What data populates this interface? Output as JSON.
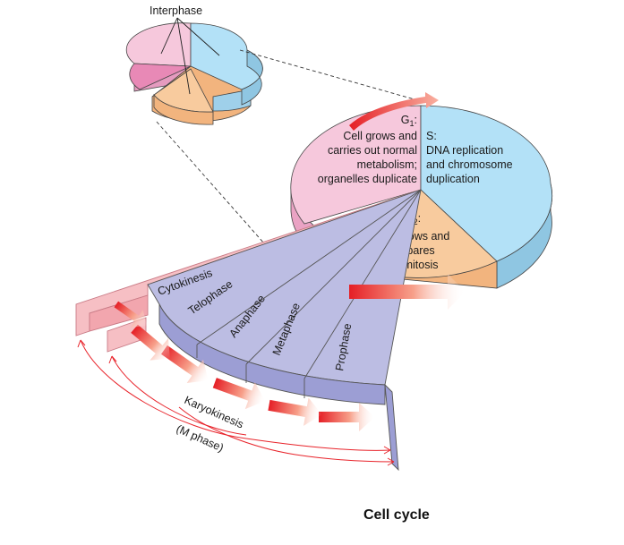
{
  "title": "Cell cycle",
  "interphase": {
    "label": "Interphase",
    "g1": {
      "label": "G",
      "sub": "1",
      "suffix": ":",
      "lines": [
        "Cell grows and",
        "carries out normal",
        "metabolism;",
        "organelles duplicate"
      ]
    },
    "s": {
      "lines": [
        "S:",
        "DNA replication",
        "and chromosome",
        "duplication"
      ]
    },
    "g2": {
      "label": "G",
      "sub": "2",
      "suffix": ":",
      "lines": [
        "Cell grows and",
        "prepares",
        "for mitosis"
      ]
    }
  },
  "m_phase": {
    "cytokinesis": "Cytokinesis",
    "telophase": "Telophase",
    "anaphase": "Anaphase",
    "metaphase": "Metaphase",
    "prophase": "Prophase",
    "karyokinesis": "Karyokinesis",
    "karyokinesis_sub": "(M phase)"
  },
  "colors": {
    "g1": "#f6c8dc",
    "s": "#b3e1f7",
    "g2": "#f8cb9e",
    "m_phase": "#bcbde3",
    "cytokinesis": "#f6bfc4",
    "arrow": "#e8242b"
  }
}
